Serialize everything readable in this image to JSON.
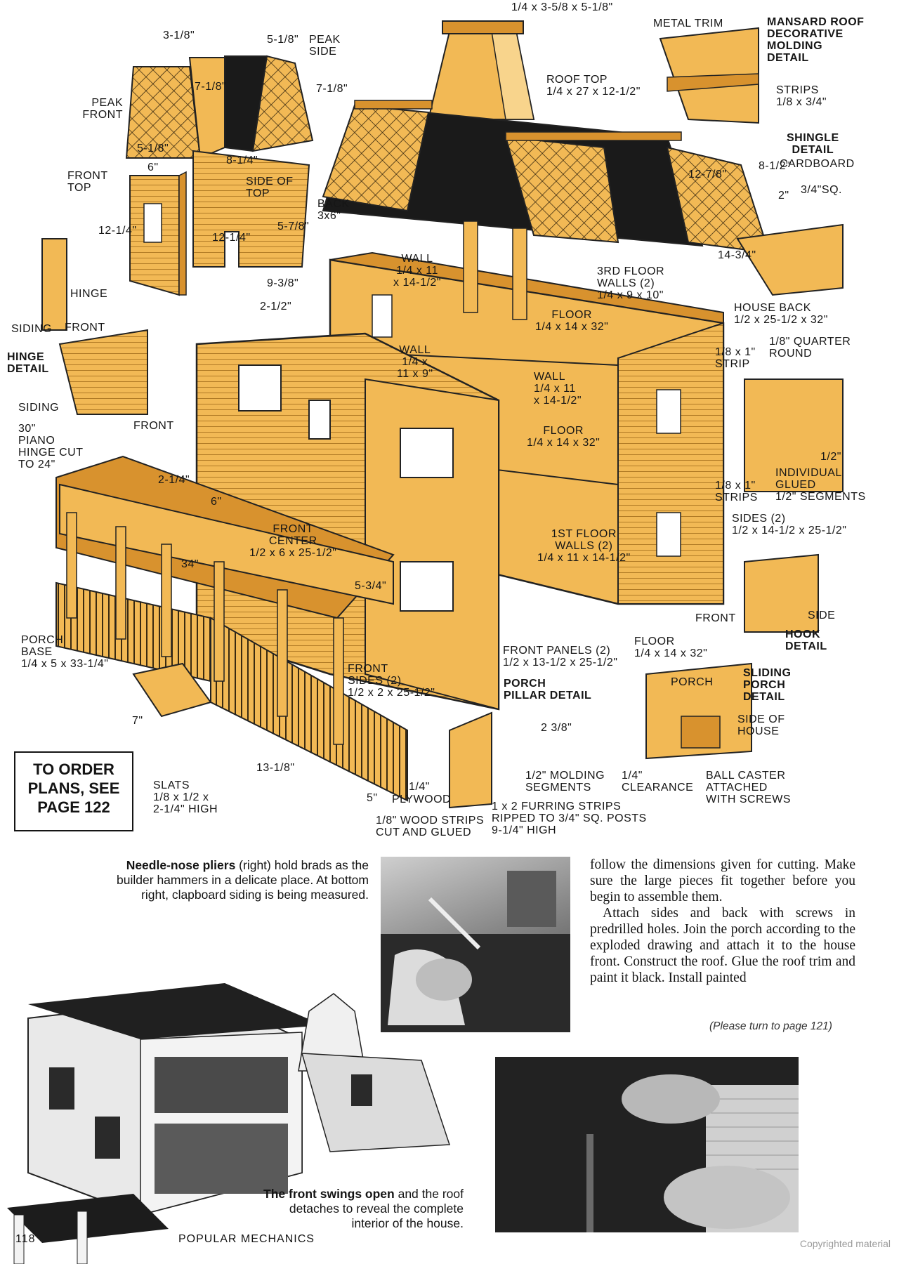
{
  "colors": {
    "wood": "#f2b955",
    "wood_dark": "#d8922e",
    "wood_light": "#f8d48c",
    "ink": "#161616"
  },
  "labels": {
    "chimney_dims": "1/4 x 3-5/8 x 5-1/8\"",
    "dim_3_1_8": "3-1/8\"",
    "dim_5_1_8_a": "5-1/8\"",
    "peak_side": "PEAK\nSIDE",
    "peak_front": "PEAK\nFRONT",
    "dim_7_1_8_a": "7-1/8\"",
    "dim_7_1_8_b": "7-1/8\"",
    "roof_top": "ROOF TOP\n1/4 x 27 x 12-1/2\"",
    "metal_trim": "METAL TRIM",
    "mansard_detail": "MANSARD ROOF\nDECORATIVE\nMOLDING\nDETAIL",
    "strips_top": "STRIPS\n1/8 x 3/4\"",
    "shingle_detail": "SHINGLE\nDETAIL",
    "cardboard": "CARDBOARD",
    "dim_8_1_2": "8-1/2\"",
    "dim_2": "2\"",
    "dim_3_4_sq": "3/4\"SQ.",
    "dim_12_7_8": "12-7/8\"",
    "dim_14_3_4": "14-3/4\"",
    "dim_5_1_8_b": "5-1/8\"",
    "dim_6": "6\"",
    "dim_8_1_4": "8-1/4\"",
    "side_of_top": "SIDE OF\nTOP",
    "front_top": "FRONT\nTOP",
    "dim_12_1_4_a": "12-1/4\"",
    "dim_12_1_4_b": "12-1/4\"",
    "back_3x6": "BACK\n3x6\"",
    "dim_5_7_8": "5-7/8\"",
    "wall_top": "WALL\n1/4 x 11\nx 14-1/2\"",
    "third_floor_walls": "3RD FLOOR\nWALLS (2)\n1/4 x 9 x 10\"",
    "house_back": "HOUSE BACK\n1/2 x 25-1/2 x 32\"",
    "dim_9_3_8": "9-3/8\"",
    "dim_2_1_2": "2-1/2\"",
    "hinge": "HINGE",
    "siding_a": "SIDING",
    "front_a": "FRONT",
    "hinge_detail": "HINGE\nDETAIL",
    "siding_b": "SIDING",
    "front_b": "FRONT",
    "piano_hinge": "30\"\nPIANO\nHINGE CUT\nTO 24\"",
    "floor_top": "FLOOR\n1/4 x 14 x 32\"",
    "wall_mid": "WALL\n1/4 x\n11 x 9\"",
    "wall_right": "WALL\n1/4 x 11\nx 14-1/2\"",
    "strip_1_8_x_1": "1/8 x 1\"\nSTRIP",
    "quarter_round": "1/8\" QUARTER\nROUND",
    "floor_mid": "FLOOR\n1/4 x 14 x 32\"",
    "dim_1_2": "1/2\"",
    "strips_1_8x1": "1/8 x 1\"\nSTRIPS",
    "individual_glued": "INDIVIDUAL\nGLUED\n1/2\" SEGMENTS",
    "dim_2_1_4": "2-1/4\"",
    "dim_6_b": "6\"",
    "front_center": "FRONT\nCENTER\n1/2 x 6 x 25-1/2\"",
    "first_floor_walls": "1ST FLOOR\nWALLS (2)\n1/4 x 11 x 14-1/2\"",
    "sides": "SIDES (2)\n1/2 x 14-1/2 x 25-1/2\"",
    "dim_34": "34\"",
    "dim_5_3_4": "5-3/4\"",
    "front_c": "FRONT",
    "side_c": "SIDE",
    "hook_detail": "HOOK\nDETAIL",
    "porch_base": "PORCH\nBASE\n1/4 x 5 x 33-1/4\"",
    "front_panels": "FRONT PANELS (2)\n1/2 x 13-1/2 x 25-1/2\"",
    "floor_bottom": "FLOOR\n1/4 x 14 x 32\"",
    "front_sides": "FRONT\nSIDES (2)\n1/2 x 2 x 25-1/2\"",
    "porch_pillar_detail": "PORCH\nPILLAR DETAIL",
    "porch_small": "PORCH",
    "sliding_porch_detail": "SLIDING\nPORCH\nDETAIL",
    "side_of_house": "SIDE OF\nHOUSE",
    "dim_7": "7\"",
    "dim_2_3_8": "2 3/8\"",
    "dim_13_1_8": "13-1/8\"",
    "molding_segments": "1/2\" MOLDING\nSEGMENTS",
    "clearance": "1/4\"\nCLEARANCE",
    "ball_caster": "BALL CASTER\nATTACHED\nWITH SCREWS",
    "slats": "SLATS\n1/8 x 1/2 x\n2-1/4\" HIGH",
    "dim_1_4": "1/4\"",
    "plywood": "PLYWOOD",
    "dim_5": "5\"",
    "wood_strips": "1/8\" WOOD STRIPS\nCUT AND GLUED",
    "furring_strips": "1 x 2 FURRING STRIPS\nRIPPED TO 3/4\" SQ. POSTS\n9-1/4\" HIGH"
  },
  "order_box": "TO ORDER\nPLANS, SEE\nPAGE 122",
  "captions": {
    "pliers_bold": "Needle-nose pliers",
    "pliers_rest": " (right) hold brads as the builder hammers in a delicate place. At bottom right, clapboard siding is being measured.",
    "front_bold": "The front swings open",
    "front_rest": " and the roof detaches to reveal the complete interior of the house."
  },
  "body": {
    "p1": "follow the dimensions given for cutting. Make sure the large pieces fit together before you begin to assemble them.",
    "p2": "Attach sides and back with screws in predrilled holes. Join the porch according to the exploded drawing and attach it to the house front. Construct the roof. Glue the roof trim and paint it black. Install painted",
    "continued": "(Please turn to page 121)"
  },
  "footer": {
    "page_number": "118",
    "magazine": "POPULAR MECHANICS",
    "copyright": "Copyrighted material"
  }
}
